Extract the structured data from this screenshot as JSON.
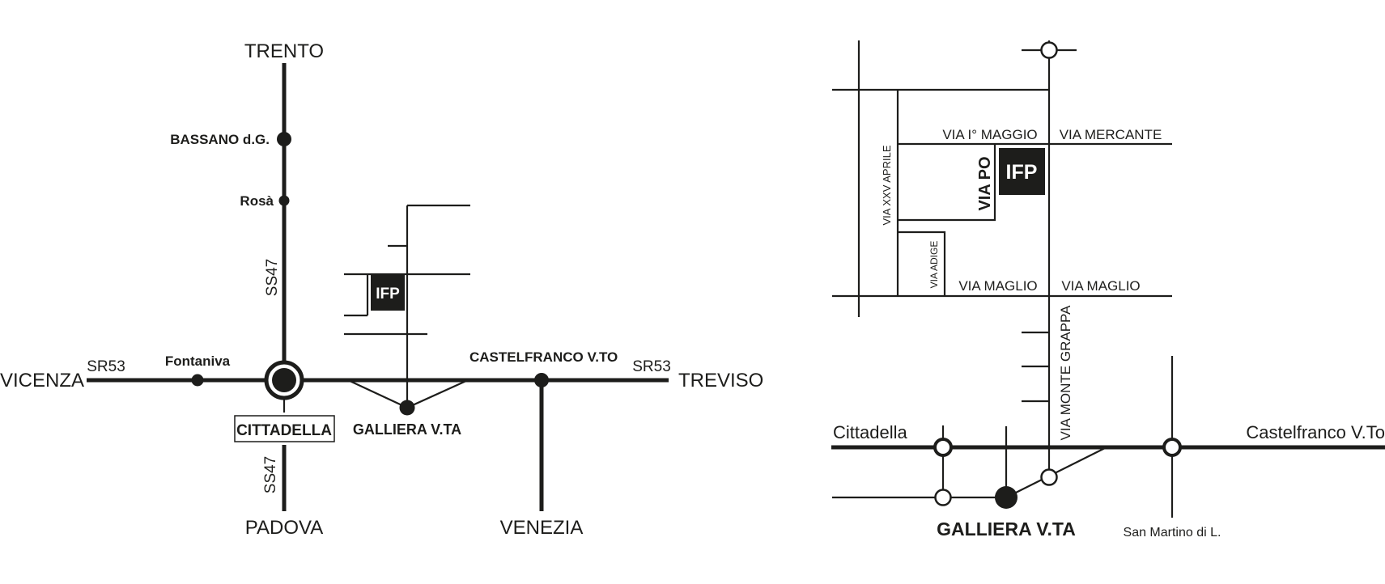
{
  "overview_map": {
    "cities": {
      "north": "TRENTO",
      "south": "PADOVA",
      "west": "VICENZA",
      "east": "TREVISO",
      "southeast": "VENEZIA"
    },
    "towns": {
      "bassano": "BASSANO d.G.",
      "rosa": "Rosà",
      "fontaniva": "Fontaniva",
      "castelfranco": "CASTELFRANCO V.TO",
      "galliera": "GALLIERA V.TA",
      "cittadella": "CITTADELLA"
    },
    "road_labels": {
      "ss47_north": "SS47",
      "ss47_south": "SS47",
      "sr53_west": "SR53",
      "sr53_east": "SR53"
    },
    "ifp_marker": "IFP"
  },
  "detail_map": {
    "streets": {
      "via_primo_maggio": "VIA I° MAGGIO",
      "via_mercante": "VIA MERCANTE",
      "via_po": "VIA PO",
      "via_xxv_aprile": "VIA XXV APRILE",
      "via_adige": "VIA ADIGE",
      "via_maglio_west": "VIA MAGLIO",
      "via_maglio_east": "VIA MAGLIO",
      "via_monte_grappa": "VIA MONTE GRAPPA"
    },
    "places": {
      "cittadella": "Cittadella",
      "castelfranco": "Castelfranco V.To",
      "galliera": "GALLIERA V.TA",
      "san_martino": "San Martino di L."
    },
    "ifp_marker": "IFP"
  },
  "colors": {
    "ink": "#1d1d1b",
    "background": "#ffffff"
  }
}
